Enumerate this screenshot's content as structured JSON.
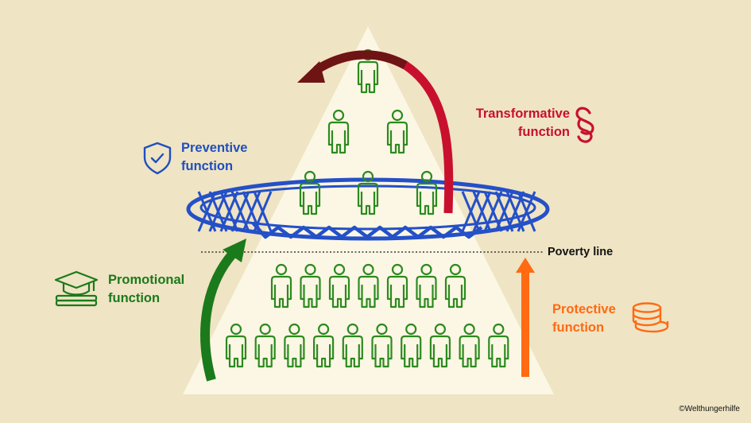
{
  "labels": {
    "preventive": [
      "Preventive",
      "function"
    ],
    "promotional": [
      "Promotional",
      "function"
    ],
    "transformative": [
      "Transformative",
      "function"
    ],
    "protective": [
      "Protective",
      "function"
    ],
    "poverty_line": "Poverty line",
    "copyright": "©Welthungerhilfe"
  },
  "colors": {
    "background": "#efe4c4",
    "pyramid": "#fbf7e4",
    "people": "#2c8a1f",
    "preventive": "#1f4fbf",
    "promotional": "#1b7a1b",
    "transformative": "#c8102e",
    "transformative_dark": "#6e1414",
    "protective": "#ff6a13",
    "net": "#2450c8"
  },
  "icons": {
    "preventive": "shield-check-icon",
    "promotional": "graduation-cap-books-icon",
    "transformative": "section-sign-icon",
    "protective": "coin-stack-icon"
  }
}
